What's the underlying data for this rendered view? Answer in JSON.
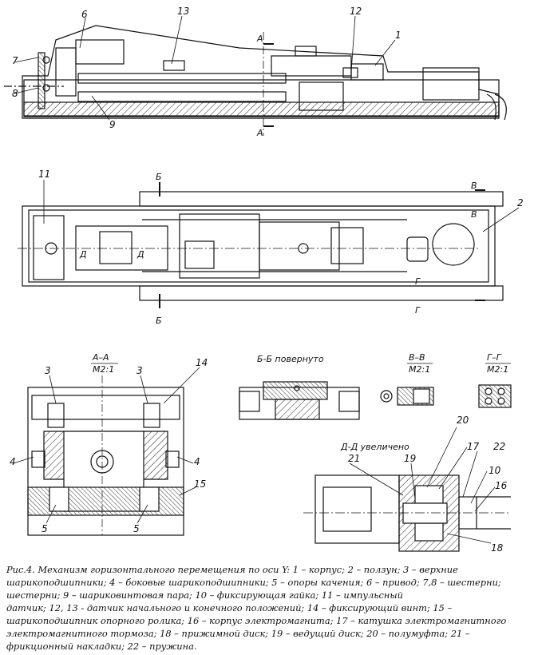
{
  "views": {
    "top_section_letters": [
      "А",
      "А"
    ],
    "plan_section_letters": [
      "Б",
      "В",
      "В",
      "Г",
      "Г",
      "Б"
    ],
    "detail_letters": [
      "Д",
      "Д"
    ],
    "aa": {
      "title": "А–А",
      "scale": "М2:1"
    },
    "bb": {
      "title": "Б-Б повернуто"
    },
    "vv": {
      "title": "В–В",
      "scale": "М2:1"
    },
    "gg": {
      "title": "Г–Г",
      "scale": "М2:1"
    },
    "dd": {
      "title": "Д-Д увеличено"
    }
  },
  "callouts": {
    "c1": "1",
    "c2": "2",
    "c3a": "3",
    "c3b": "3",
    "c4a": "4",
    "c4b": "4",
    "c5a": "5",
    "c5b": "5",
    "c6": "6",
    "c7": "7",
    "c8": "8",
    "c9": "9",
    "c10": "10",
    "c11": "11",
    "c12": "12",
    "c13": "13",
    "c14": "14",
    "c15": "15",
    "c16": "16",
    "c17": "17",
    "c18": "18",
    "c19": "19",
    "c20": "20",
    "c21": "21",
    "c22": "22"
  },
  "caption": {
    "lines": [
      "Рис.4.   Механизм горизонтального перемещения по оси Y: 1 – корпус; 2 – ползун; 3 –  верхние",
      "шарикоподшипники; 4 – боковые шарикоподшипники; 5 – опоры качения; 6 – привод; 7,8 – шестерни;",
      "шестерни; 9 –  шариковинтовая пара; 10 – фиксирующая гайка; 11 – импульсный",
      "датчик; 12, 13  - датчик начального и конечного положений; 14 – фиксирующий винт; 15 –",
      "шарикоподшипник опорного ролика; 16 – корпус электромагнита; 17 – катушка электромагнитного",
      "электромагнитного тормоза; 18 – прижимной диск; 19 – ведущий диск; 20 – полумуфта;  21 –",
      "фрикционный  накладки; 22 – пружина."
    ]
  }
}
